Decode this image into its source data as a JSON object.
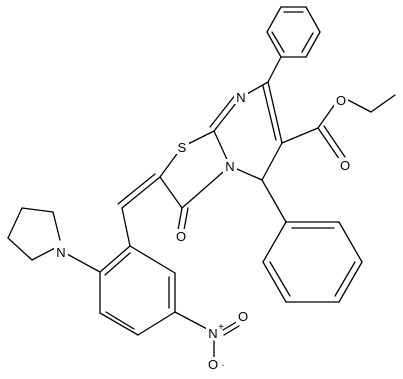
{
  "molecule": {
    "atoms": {
      "N_top": "N",
      "N_ring": "N",
      "S": "S",
      "O_carbonyl": "O",
      "O_ester_double": "O",
      "O_ester_single": "O",
      "N_pyrrolidine": "N",
      "N_nitro": "N",
      "N_nitro_charge": "+",
      "O_nitro_right": "O",
      "O_nitro_bottom": "O",
      "O_nitro_bottom_charge": "·"
    }
  }
}
